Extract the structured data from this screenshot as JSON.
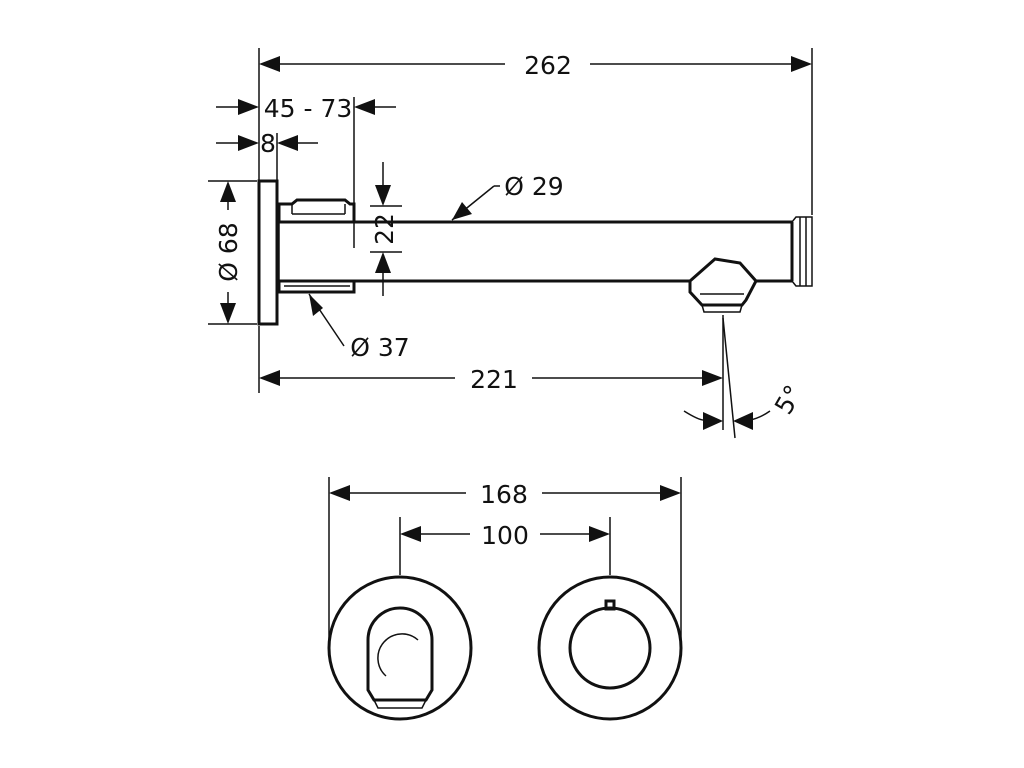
{
  "dimensions": {
    "overall_length": "262",
    "wall_adjust_range": "45 - 73",
    "rosette_thickness": "8",
    "rosette_diameter": "Ø 68",
    "spout_diameter": "Ø 29",
    "spout_height": "22",
    "base_diameter": "Ø 37",
    "projection": "221",
    "outlet_angle": "5°",
    "plate_spacing_outer": "168",
    "plate_spacing_center": "100"
  }
}
